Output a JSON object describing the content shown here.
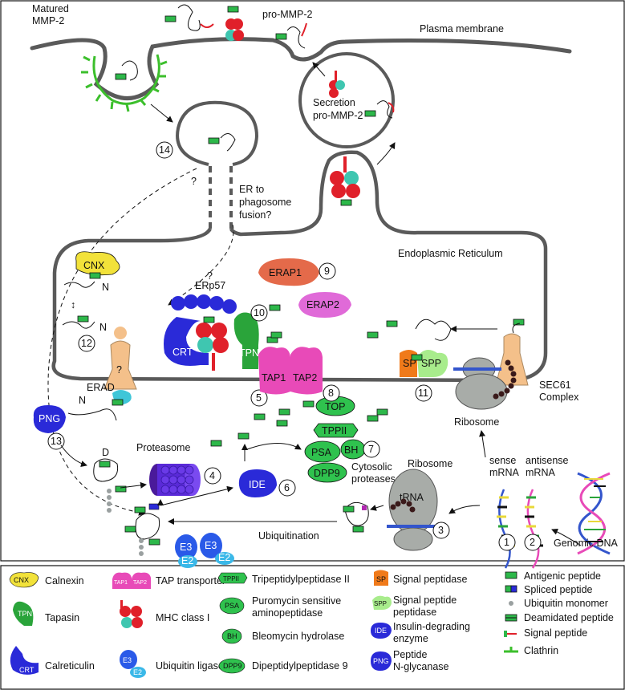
{
  "labels": {
    "matured_mmp2": [
      "Matured",
      "MMP-2"
    ],
    "pro_mmp2": "pro-MMP-2",
    "plasma_membrane": "Plasma membrane",
    "secretion": [
      "Secretion",
      "pro-MMP-2"
    ],
    "er_fusion": [
      "ER to",
      "phagosome",
      "fusion?"
    ],
    "question": "?",
    "er": "Endoplasmic Reticulum",
    "erp57": "ERp57",
    "cnx": "CNX",
    "crt": "CRT",
    "tpn": "TPN",
    "tap1": "TAP1",
    "tap2": "TAP2",
    "erap1": "ERAP1",
    "erap2": "ERAP2",
    "sp": "SP",
    "spp": "SPP",
    "sec61": [
      "SEC61",
      "Complex"
    ],
    "ribosome": "Ribosome",
    "erad": "ERAD",
    "png": "PNG",
    "n": "N",
    "d": "D",
    "proteasome": "Proteasome",
    "ide": "IDE",
    "top": "TOP",
    "tppii": "TPPII",
    "psa": "PSA",
    "bh": "BH",
    "dpp9": "DPP9",
    "cytosolic_proteases": [
      "Cytosolic",
      "proteases"
    ],
    "trna": "tRNA",
    "sense_mrna": [
      "sense",
      "mRNA"
    ],
    "antisense_mrna": [
      "antisense",
      "mRNA"
    ],
    "genomic_dna": "Genomic DNA",
    "ubiquitination": "Ubiquitination",
    "e3": "E3",
    "e2": "E2"
  },
  "steps": [
    "1",
    "2",
    "3",
    "4",
    "5",
    "6",
    "7",
    "8",
    "9",
    "10",
    "11",
    "12",
    "13",
    "14"
  ],
  "legend": {
    "col1": [
      "Calnexin",
      "Tapasin",
      "Calreticulin"
    ],
    "col2": [
      "TAP transporter",
      "MHC class I",
      "Ubiquitin ligases"
    ],
    "col3": [
      "Tripeptidylpeptidase II",
      "Puromycin sensitive",
      "aminopeptidase",
      "Bleomycin hydrolase",
      "Dipeptidylpeptidase 9"
    ],
    "col4": [
      "Signal peptidase",
      "Signal peptide",
      "peptidase",
      "Insulin-degrading",
      "enzyme",
      "Peptide",
      "N-glycanase"
    ],
    "col5": [
      "Antigenic peptide",
      "Spliced peptide",
      "Ubiquitin monomer",
      "Deamidated peptide",
      "Signal peptide",
      "Clathrin"
    ],
    "icon_text": {
      "cnx": "CNX",
      "tpn": "TPN",
      "crt": "CRT",
      "tap1": "TAP1",
      "tap2": "TAP2",
      "e3": "E3",
      "e2": "E2",
      "tppii": "TPPII",
      "psa": "PSA",
      "bh": "BH",
      "dpp9": "DPP9",
      "sp": "SP",
      "spp": "SPP",
      "ide": "IDE",
      "png": "PNG"
    }
  },
  "colors": {
    "membrane": "#5a5a5a",
    "peptide": "#2db84a",
    "mhc_red": "#e0202a",
    "mhc_teal": "#3fc6b0",
    "tap": "#e84ab8",
    "protease_green": "#2fc24e",
    "cnx_yellow": "#f2e23a",
    "tpn_green": "#2aa43a",
    "crt_blue": "#2a2ad8",
    "erap1": "#e46a4a",
    "erap2": "#e06ad8",
    "sp_orange": "#f07a1a",
    "spp_lightgreen": "#a8ec8c",
    "sec61": "#f4c08a",
    "ribosome": "#a8aca8",
    "proteasome": "#5a2ad8",
    "e3": "#2a5ae8",
    "e2": "#3ab8e8",
    "clathrin": "#3cbf2c"
  }
}
